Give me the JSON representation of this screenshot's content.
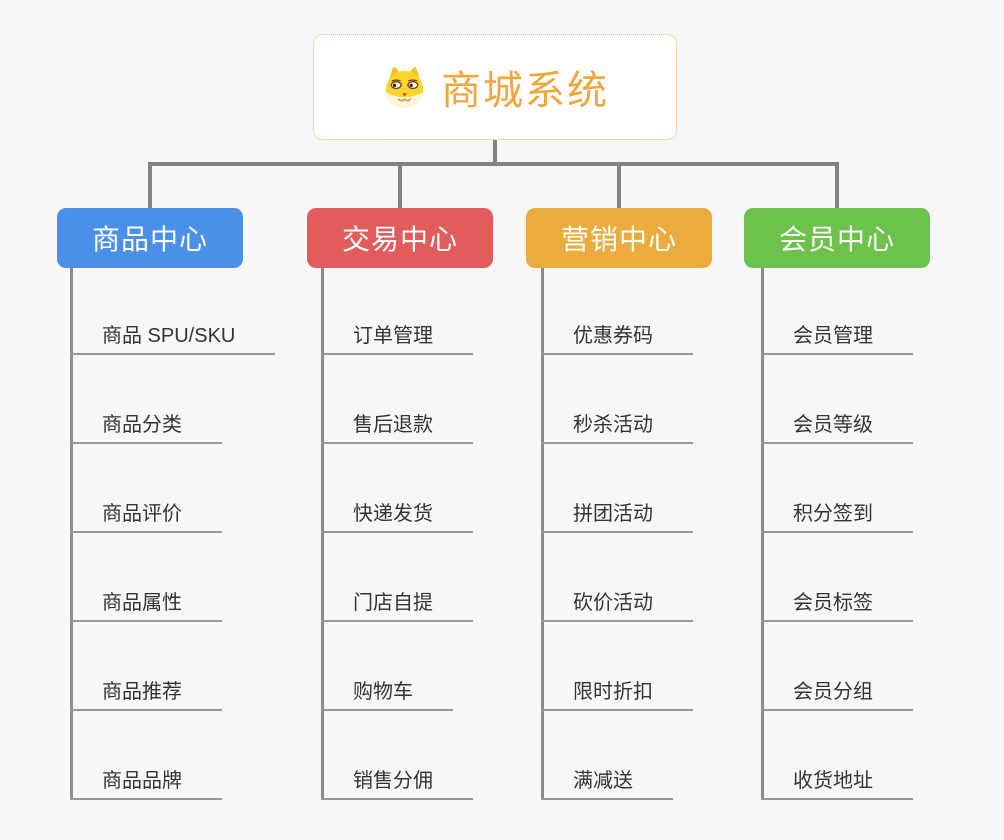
{
  "root": {
    "title": "商城系统",
    "icon": "dog-logo-icon",
    "accent_color": "#f1a63c",
    "border_color": "#eeb45c"
  },
  "connector_color": "#828282",
  "background_color": "#f7f7f8",
  "branches": [
    {
      "label": "商品中心",
      "color": "#4a90e8",
      "items": [
        "商品 SPU/SKU",
        "商品分类",
        "商品评价",
        "商品属性",
        "商品推荐",
        "商品品牌"
      ]
    },
    {
      "label": "交易中心",
      "color": "#e25c5c",
      "items": [
        "订单管理",
        "售后退款",
        "快递发货",
        "门店自提",
        "购物车",
        "销售分佣"
      ]
    },
    {
      "label": "营销中心",
      "color": "#ecab3d",
      "items": [
        "优惠券码",
        "秒杀活动",
        "拼团活动",
        "砍价活动",
        "限时折扣",
        "满减送"
      ]
    },
    {
      "label": "会员中心",
      "color": "#6cc24a",
      "items": [
        "会员管理",
        "会员等级",
        "积分签到",
        "会员标签",
        "会员分组",
        "收货地址"
      ]
    }
  ]
}
